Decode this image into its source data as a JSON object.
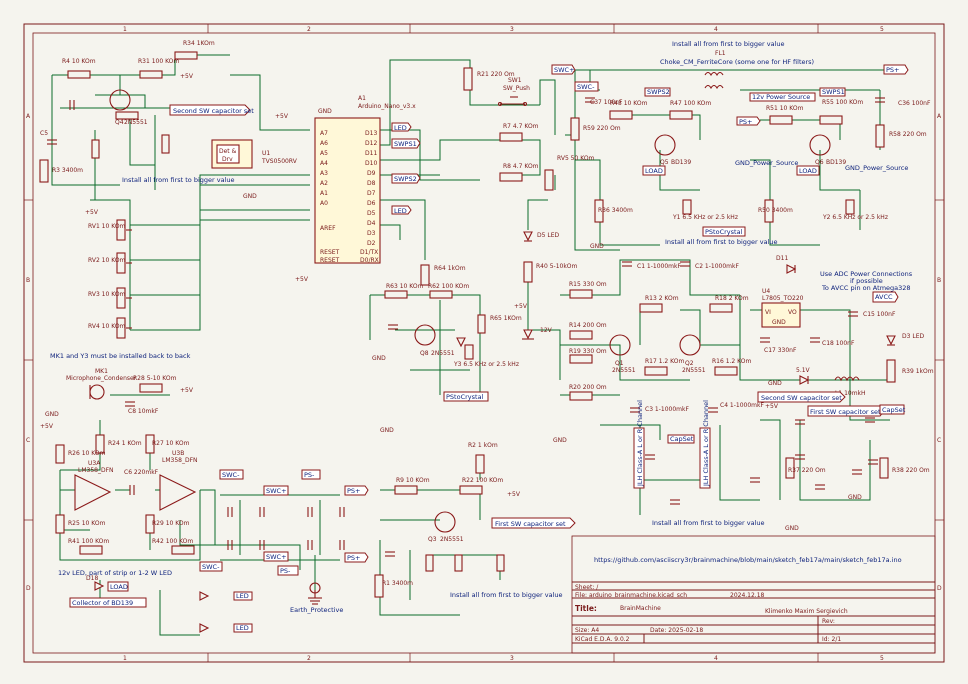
{
  "frame": {
    "cols_top": [
      "1",
      "2",
      "3",
      "4",
      "5"
    ],
    "cols_bottom": [
      "1",
      "2",
      "3",
      "4",
      "5"
    ],
    "rows_left": [
      "A",
      "B",
      "C",
      "D"
    ],
    "rows_right": [
      "A",
      "B",
      "C",
      "D"
    ]
  },
  "notes": {
    "mic": "MK1 and Y3 must be installed back to back",
    "install": "Install all from first to bigger value",
    "choke": "Choke_CM_FerriteCore (some one for HF filters)",
    "adc1": "Use ADC Power Connections",
    "adc2": "if possible",
    "adc3": "To AVCC pin on Atmega328",
    "url": "https://github.com/asciiscry3r/brainmachine/blob/main/sketch_feb17a/main/sketch_feb17a.ino",
    "led_strip": "12v LED, part of strip or 1-2 W LED"
  },
  "labels": {
    "second_sw": "Second SW capacitor set",
    "first_sw": "First SW capacitor set",
    "swps1": "SWPS1",
    "swps2": "SWPS2",
    "led": "LED",
    "load": "LOAD",
    "swc_plus": "SWC+",
    "swc_minus": "SWC-",
    "ps_plus": "PS+",
    "ps_minus": "PS-",
    "avcc": "AVCC",
    "capset": "CapSet",
    "pstocrystal": "PStoCrystal",
    "collector": "Collector of BD139",
    "v12_power": "12v Power Source",
    "gnd_power": "GND_Power_Source",
    "earth": "Earth_Protective",
    "class_a": "JLH Class-A L or R Channel",
    "class_a2": "JLH Class-A L or R Channel",
    "plus5": "+5V",
    "gnd": "GND",
    "v12": "12V",
    "v51": "5.1V"
  },
  "components": {
    "a1": "A1",
    "a1_name": "Arduino_Nano_v3.x",
    "u1": "U1",
    "u1_name": "TVS0500RV",
    "u4": "U4",
    "u4_name": "L7805_TO220",
    "fl1": "FL1",
    "sw1": "SW1",
    "sw1_name": "SW_Push",
    "mk1": "MK1",
    "mk1_name": "Microphone_Condenser",
    "u3a": "U3A",
    "u3b": "U3B",
    "lm358": "LM358_DFN",
    "q1": "Q1",
    "q1v": "2N5551",
    "q2": "Q2",
    "q2v": "2N5551",
    "q3": "Q3",
    "q3v": "2N5551",
    "q4": "Q4",
    "q4v": "2N5551",
    "q5": "Q5",
    "q5v": "BD139",
    "q6": "Q6",
    "q6v": "BD139",
    "q8": "Q8",
    "q8v": "2N5551",
    "r4": "R4 10 KOm",
    "r31": "R31 100 KOm",
    "r34": "R34 1KOm",
    "r21": "R21 220 Om",
    "r7": "R7 4.7 KOm",
    "r8": "R8 4.7 KOm",
    "r40": "R40 5-10kOm",
    "r64": "R64 1kOm",
    "r63": "R63 10 KOm",
    "r62": "R62 100 KOm",
    "r65": "R65 1KOm",
    "r15": "R15 330 Om",
    "r13": "R13 2 KOm",
    "r18": "R18 2 KOm",
    "r14": "R14 200 Om",
    "r19": "R19 330 Om",
    "r20": "R20 200 Om",
    "r17": "R17 1.2 KOm",
    "r16": "R16 1.2 KOm",
    "r39": "R39 1kOm",
    "r2": "R2 1 kOm",
    "r9": "R9 10 KOm",
    "r22": "R22 100 KOm",
    "r28": "R28 5-10 KOm",
    "r26": "R26 10 KOm",
    "r24": "R24 1 KOm",
    "r27": "R27 10 KOm",
    "r25": "R25 10 KOm",
    "r41": "R41 100 KOm",
    "r29": "R29 10 KOm",
    "r42": "R42 100 KOm",
    "r59": "R59 220 Om",
    "r58": "R58 220 Om",
    "r37": "R37 220 Om",
    "r38": "R38 220 Om",
    "r43": "R43 10 KOm",
    "r47": "R47 100 KOm",
    "r51": "R51 10 KOm",
    "r55": "R55 100 KOm",
    "r3": "R3 3400m",
    "r1": "R1 3400m",
    "r36": "R36 3400m",
    "r50": "R50 3400m",
    "rv1": "RV1 10 KOm",
    "rv2": "RV2 10 KOm",
    "rv3": "RV3 10 KOm",
    "rv4": "RV4 10 KOm",
    "rv5": "RV5 50 KOm",
    "c1": "C1 1-1000mkF",
    "c2": "C2 1-1000mkF",
    "c3": "C3 1-1000mkF",
    "c4": "C4 1-1000mkF",
    "c5": "C5",
    "c6": "C6 220mkF",
    "c8": "C8 10mkF",
    "c15": "C15 100nF",
    "c17": "C17 330nF",
    "c18": "C18 100nF",
    "c36": "C36 100nF",
    "c37": "C37 100nF",
    "d5": "D5 LED",
    "d11": "D11",
    "d3": "D3 LED",
    "l1": "L1 10mkH",
    "y1": "Y1 6.5 KHz or 2.5 kHz",
    "y2": "Y2 6.5 KHz or 2.5 kHz",
    "y3": "Y3 6.5 KHz or 2.5 kHz",
    "d18": "D18"
  },
  "title_block": {
    "sheet": "Sheet: /",
    "file": "File: arduino_brainmachine.kicad_sch",
    "title_label": "Title:",
    "title": "BrainMachine",
    "size": "Size: A4",
    "date": "Date: 2025-02-18",
    "date2": "2024.12.18",
    "author": "Klimenko Maxim Sergievich",
    "rev": "Rev:",
    "kicad": "KiCad E.D.A. 9.0.2",
    "id": "Id: 2/1"
  },
  "colors": {
    "background": "#f5f4ee",
    "frame": "#7a1a1a",
    "wire": "#0c6b2a",
    "component": "#8b1a1a",
    "text_blue": "#0b1f7a"
  }
}
